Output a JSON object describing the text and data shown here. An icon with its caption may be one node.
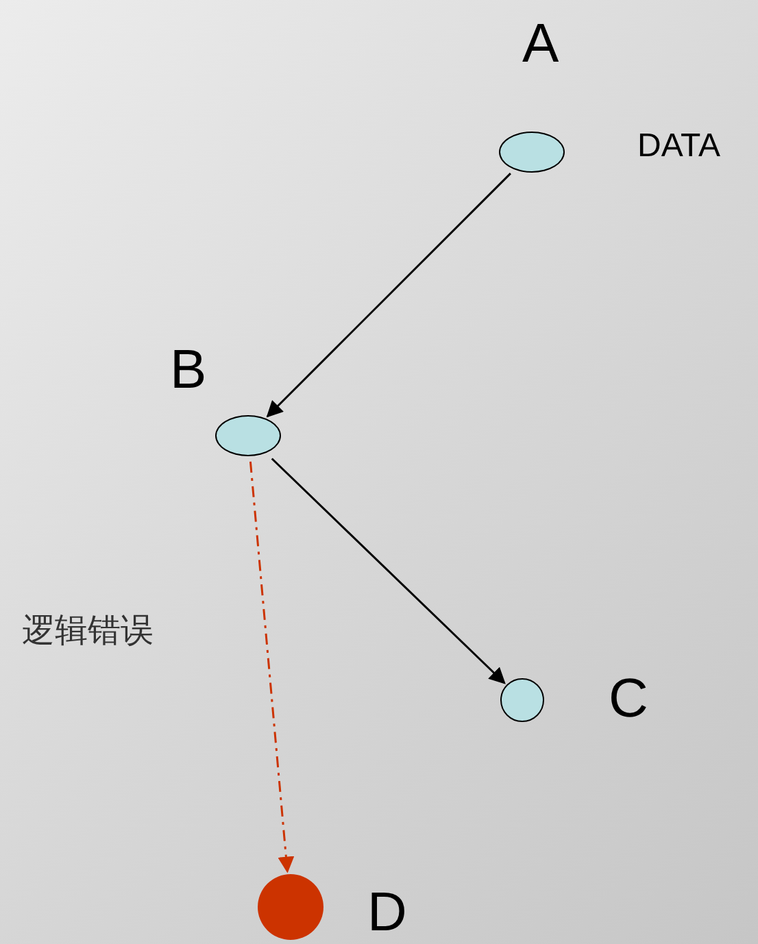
{
  "diagram": {
    "nodes": [
      {
        "text": [
          "A"
        ],
        "beside": [
          "DATA"
        ]
      },
      {
        "text": [
          "B"
        ]
      },
      {
        "text": [
          "C"
        ]
      },
      {
        "text": [
          "D"
        ]
      }
    ],
    "edges": [
      {
        "from": 0,
        "to": 1,
        "arrow": "to"
      },
      {
        "from": 1,
        "to": 2,
        "arrow": "to"
      },
      {
        "from": 1,
        "to": 3,
        "arrow": "to",
        "label": "逻辑错误",
        "style": "dashed",
        "color": "#cc3300"
      }
    ]
  }
}
